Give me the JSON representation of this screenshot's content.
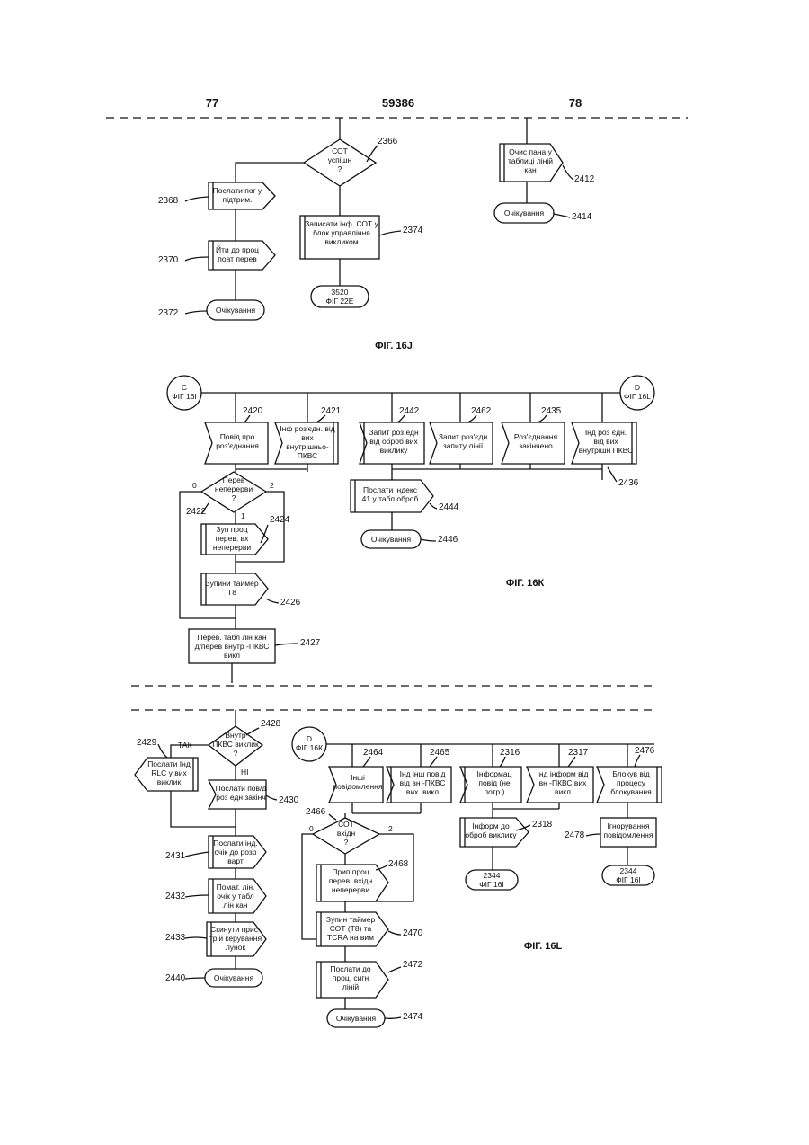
{
  "header": {
    "left": "77",
    "center": "59386",
    "right": "78"
  },
  "fig_16j": {
    "caption": "ФІГ. 16J",
    "d2366": {
      "lines": [
        "СОТ",
        "успішн",
        "?"
      ],
      "ref": "2366"
    },
    "n2368": {
      "lines": [
        "Послати пог у",
        "підтрим."
      ],
      "ref": "2368"
    },
    "n2370": {
      "lines": [
        "Йти до проц",
        "поат перев"
      ],
      "ref": "2370"
    },
    "n2372": {
      "lines": [
        "Очікування"
      ],
      "ref": "2372"
    },
    "n2374": {
      "lines": [
        "Записати інф. СОТ у",
        "блок управління",
        "викликом"
      ],
      "ref": "2374"
    },
    "c3520": {
      "lines": [
        "3520",
        "ФІГ 22Е"
      ]
    },
    "n2412": {
      "lines": [
        "Очис пана у",
        "таблиці ліній",
        "кан"
      ],
      "ref": "2412"
    },
    "n2414": {
      "lines": [
        "Очікування"
      ],
      "ref": "2414"
    }
  },
  "fig_16k": {
    "caption": "ФІГ. 16К",
    "conn_c": {
      "lines": [
        "C",
        "ФІГ 16І"
      ]
    },
    "conn_d": {
      "lines": [
        "D",
        "ФІГ 16L"
      ]
    },
    "n2420": {
      "lines": [
        "Повід  про",
        "роз'єднання"
      ],
      "ref": "2420"
    },
    "n2421": {
      "lines": [
        "Інф роз'єдн. від",
        "вих",
        "внутрішньо-",
        "ПКВС"
      ],
      "ref": "2421"
    },
    "n2442": {
      "lines": [
        "Запит роз.едн",
        "від оброб вих",
        "виклику"
      ],
      "ref": "2442"
    },
    "n2462": {
      "lines": [
        "Запит роз'єдн",
        "запиту лінії"
      ],
      "ref": "2462"
    },
    "n2435": {
      "lines": [
        "Роз'єднання",
        "закінчено"
      ],
      "ref": "2435"
    },
    "n2436": {
      "lines": [
        "Інд роз єдн.",
        "від вих",
        "внутрішн ПКВС"
      ],
      "ref": "2436"
    },
    "d2422": {
      "lines": [
        "Перев",
        "неперерви",
        "?"
      ],
      "ref": "2422",
      "out_left": "0",
      "out_right": "2",
      "out_down": "1"
    },
    "n2424": {
      "lines": [
        "Зуп проц",
        "перев. вх",
        "неперерви"
      ],
      "ref": "2424"
    },
    "n2426": {
      "lines": [
        "Зупини  таймер",
        "Т8"
      ],
      "ref": "2426"
    },
    "n2427": {
      "lines": [
        "Перев. табл лін кан",
        "д/перев внутр -ПКВС",
        "викл"
      ],
      "ref": "2427"
    },
    "n2444": {
      "lines": [
        "Послати індекс",
        "41 у табл  оброб"
      ],
      "ref": "2444"
    },
    "n2446": {
      "lines": [
        "Очікування"
      ],
      "ref": "2446"
    }
  },
  "fig_16l": {
    "caption": "ФІГ. 16L",
    "d2428": {
      "lines": [
        "Внутр",
        "ПКВС виклик",
        "?"
      ],
      "ref": "2428",
      "yes": "ТАК",
      "no": "НІ"
    },
    "n2429": {
      "lines": [
        "Послати Інд",
        "RLC у вих",
        "виклик"
      ],
      "ref": "2429"
    },
    "n2430": {
      "lines": [
        "Послати пов/д",
        "роз едн закінч"
      ],
      "ref": "2430"
    },
    "n2431": {
      "lines": [
        "Послати інд.",
        "очік до розр",
        "варт"
      ],
      "ref": "2431"
    },
    "n2432": {
      "lines": [
        "Помат. лін.",
        "очік у табл",
        "лін кан"
      ],
      "ref": "2432"
    },
    "n2433": {
      "lines": [
        "Скинути прис-",
        "трій керування",
        "лунок"
      ],
      "ref": "2433"
    },
    "n2440": {
      "lines": [
        "Очікування"
      ],
      "ref": "2440"
    },
    "conn_d": {
      "lines": [
        "D",
        "ФІГ 16К"
      ]
    },
    "n2464": {
      "lines": [
        "Інші",
        "повідомлення"
      ],
      "ref": "2464"
    },
    "n2465": {
      "lines": [
        "Інд інш повід",
        "від вн -ПКВС",
        "вих. викл"
      ],
      "ref": "2465"
    },
    "n2316": {
      "lines": [
        "Інформац",
        "повід (не",
        "потр )"
      ],
      "ref": "2316"
    },
    "n2317": {
      "lines": [
        "Інд інформ від",
        "вн -ПКВС вих",
        "викл"
      ],
      "ref": "2317"
    },
    "n2476": {
      "lines": [
        "Блокув від",
        "процесу",
        "блокування"
      ],
      "ref": "2476"
    },
    "d2466": {
      "lines": [
        "СОТ",
        "вхідн",
        "?"
      ],
      "ref": "2466",
      "out_left": "0",
      "out_right": "2"
    },
    "n2318": {
      "lines": [
        "Інформ до",
        "оброб виклику"
      ],
      "ref": "2318"
    },
    "n2478": {
      "lines": [
        "Ігнорування",
        "повідомлення"
      ],
      "ref": "2478"
    },
    "c2344a": {
      "lines": [
        "2344",
        "ФІГ 16І"
      ]
    },
    "c2344b": {
      "lines": [
        "2344",
        "ФІГ 16І"
      ]
    },
    "n2468": {
      "lines": [
        "Прип  проц",
        "перев. вхідн",
        "неперерви"
      ],
      "ref": "2468"
    },
    "n2470": {
      "lines": [
        "Зупин  таймер",
        "СОТ (Т8) та",
        "TCRA на вим"
      ],
      "ref": "2470"
    },
    "n2472": {
      "lines": [
        "Послати до",
        "проц. сигн",
        "ліній"
      ],
      "ref": "2472"
    },
    "n2474": {
      "lines": [
        "Очікування"
      ],
      "ref": "2474"
    }
  }
}
